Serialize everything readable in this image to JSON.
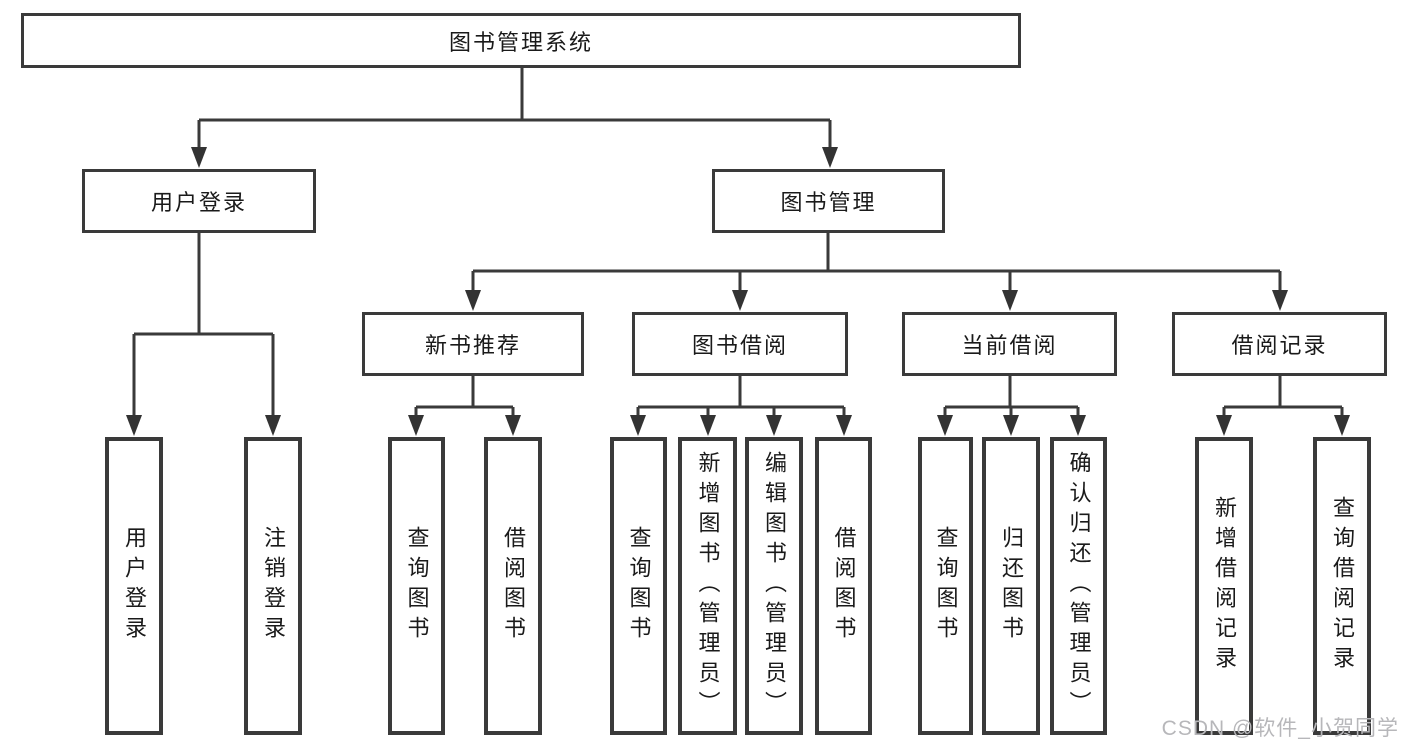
{
  "colors": {
    "line": "#3a3a3a",
    "box_border": "#3a3a3a",
    "text": "#1a1a1a",
    "background": "#ffffff",
    "watermark": "#b7b7ba"
  },
  "watermark": {
    "text": "CSDN @软件_小贺同学"
  },
  "tree": {
    "root": {
      "label": "图书管理系统"
    },
    "level2": [
      {
        "label": "用户登录"
      },
      {
        "label": "图书管理"
      }
    ],
    "level3": [
      {
        "label": "新书推荐"
      },
      {
        "label": "图书借阅"
      },
      {
        "label": "当前借阅"
      },
      {
        "label": "借阅记录"
      }
    ],
    "leaves": {
      "user_login": [
        {
          "label": "用户登录"
        },
        {
          "label": "注销登录"
        }
      ],
      "new_book": [
        {
          "label": "查询图书"
        },
        {
          "label": "借阅图书"
        }
      ],
      "borrow": [
        {
          "label": "查询图书"
        },
        {
          "label": "新增图书（管理员）"
        },
        {
          "label": "编辑图书（管理员）"
        },
        {
          "label": "借阅图书"
        }
      ],
      "current": [
        {
          "label": "查询图书"
        },
        {
          "label": "归还图书"
        },
        {
          "label": "确认归还（管理员）"
        }
      ],
      "records": [
        {
          "label": "新增借阅记录"
        },
        {
          "label": "查询借阅记录"
        }
      ]
    }
  }
}
